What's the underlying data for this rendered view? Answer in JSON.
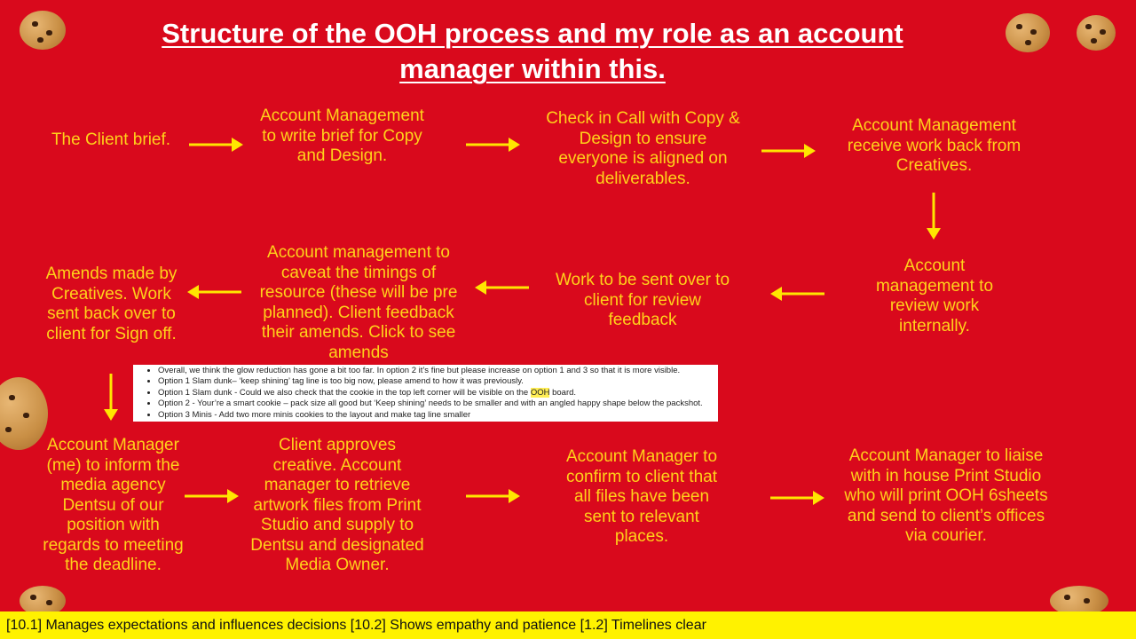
{
  "title": {
    "line1": "Structure of the OOH process and my role as an account",
    "line2": "manager within this."
  },
  "steps": {
    "client_brief": "The Client brief.",
    "write_brief": "Account Management to write brief for Copy and Design.",
    "check_in": "Check in Call with Copy & Design to ensure everyone is aligned  on deliverables.",
    "receive_work": "Account Management receive work back from Creatives.",
    "review_internally": "Account management to review work internally.",
    "send_to_client": "Work to be sent over to client for review feedback",
    "caveat_timings": "Account management to caveat the timings of resource (these will be pre planned).  Client feedback their amends. Click to see amends",
    "amends_made": "Amends made by Creatives. Work sent back over to client for Sign off.",
    "inform_media": "Account Manager (me) to inform the media agency Dentsu of our position with regards to meeting the deadline.",
    "client_approves": "Client approves creative. Account manager to retrieve artwork files from Print Studio and supply to Dentsu and designated Media Owner.",
    "confirm_client": "Account Manager to confirm to client that all files have been sent to relevant places.",
    "liaise_print": "Account Manager to liaise with in house Print Studio who will print OOH 6sheets and send to client’s offices via courier."
  },
  "amends": {
    "item1": "Overall, we think the glow reduction has gone a bit too far. In option 2 it’s fine but please increase on option 1 and 3 so that it is more visible.",
    "item2": "Option 1 Slam dunk– ‘keep shining’ tag line is too big now, please amend to how it was previously.",
    "item3_a": "Option 1 Slam dunk - Could we also check that the cookie in the top left corner will be visible on the ",
    "item3_hl": "OOH",
    "item3_b": " board.",
    "item4": "Option 2 - Your’re a smart cookie – pack size all good but ‘Keep shining’ needs to be smaller and with an angled happy shape below the packshot.",
    "item5": "Option 3 Minis - Add two more minis cookies to the layout and make tag line smaller"
  },
  "footer": "[10.1] Manages expectations and influences decisions [10.2] Shows empathy and patience  [1.2] Timelines clear",
  "colors": {
    "background": "#d9091c",
    "text": "#ffd21a",
    "arrow": "#ffe600",
    "footer_bg": "#fff200"
  },
  "icons": {
    "decoration": "cookie-icon",
    "flow": "arrow-icon"
  }
}
